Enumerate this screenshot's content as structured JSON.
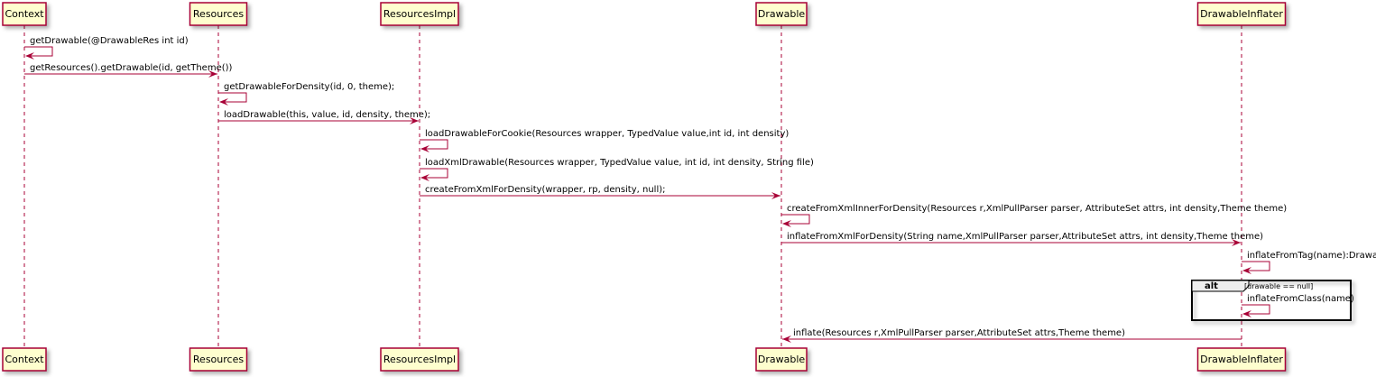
{
  "participants": [
    "Context",
    "Resources",
    "ResourcesImpl",
    "Drawable",
    "DrawableInflater"
  ],
  "messages": [
    {
      "from": 0,
      "to": 0,
      "text": "getDrawable(@DrawableRes int id)"
    },
    {
      "from": 0,
      "to": 1,
      "text": "getResources().getDrawable(id, getTheme())"
    },
    {
      "from": 1,
      "to": 1,
      "text": "getDrawableForDensity(id, 0, theme);"
    },
    {
      "from": 1,
      "to": 2,
      "text": "loadDrawable(this, value, id, density, theme);"
    },
    {
      "from": 2,
      "to": 2,
      "text": "loadDrawableForCookie(Resources wrapper, TypedValue value,int id, int density)"
    },
    {
      "from": 2,
      "to": 2,
      "text": "loadXmlDrawable(Resources wrapper, TypedValue value, int id, int density, String file)"
    },
    {
      "from": 2,
      "to": 3,
      "text": "createFromXmlForDensity(wrapper, rp, density, null);"
    },
    {
      "from": 3,
      "to": 3,
      "text": "createFromXmlInnerForDensity(Resources r,XmlPullParser parser, AttributeSet attrs, int density,Theme theme)"
    },
    {
      "from": 3,
      "to": 4,
      "text": "inflateFromXmlForDensity(String name,XmlPullParser parser,AttributeSet attrs, int density,Theme theme)"
    },
    {
      "from": 4,
      "to": 4,
      "text": "inflateFromTag(name):Drawable"
    },
    {
      "from": 4,
      "to": 4,
      "text": "inflateFromClass(name)"
    },
    {
      "from": 4,
      "to": 3,
      "text": "inflate(Resources r,XmlPullParser parser,AttributeSet attrs,Theme theme)"
    }
  ],
  "alt": {
    "label": "alt",
    "guard": "[drawable == null]"
  },
  "colors": {
    "accent": "#A80036",
    "participant_fill": "#FEFECE"
  }
}
